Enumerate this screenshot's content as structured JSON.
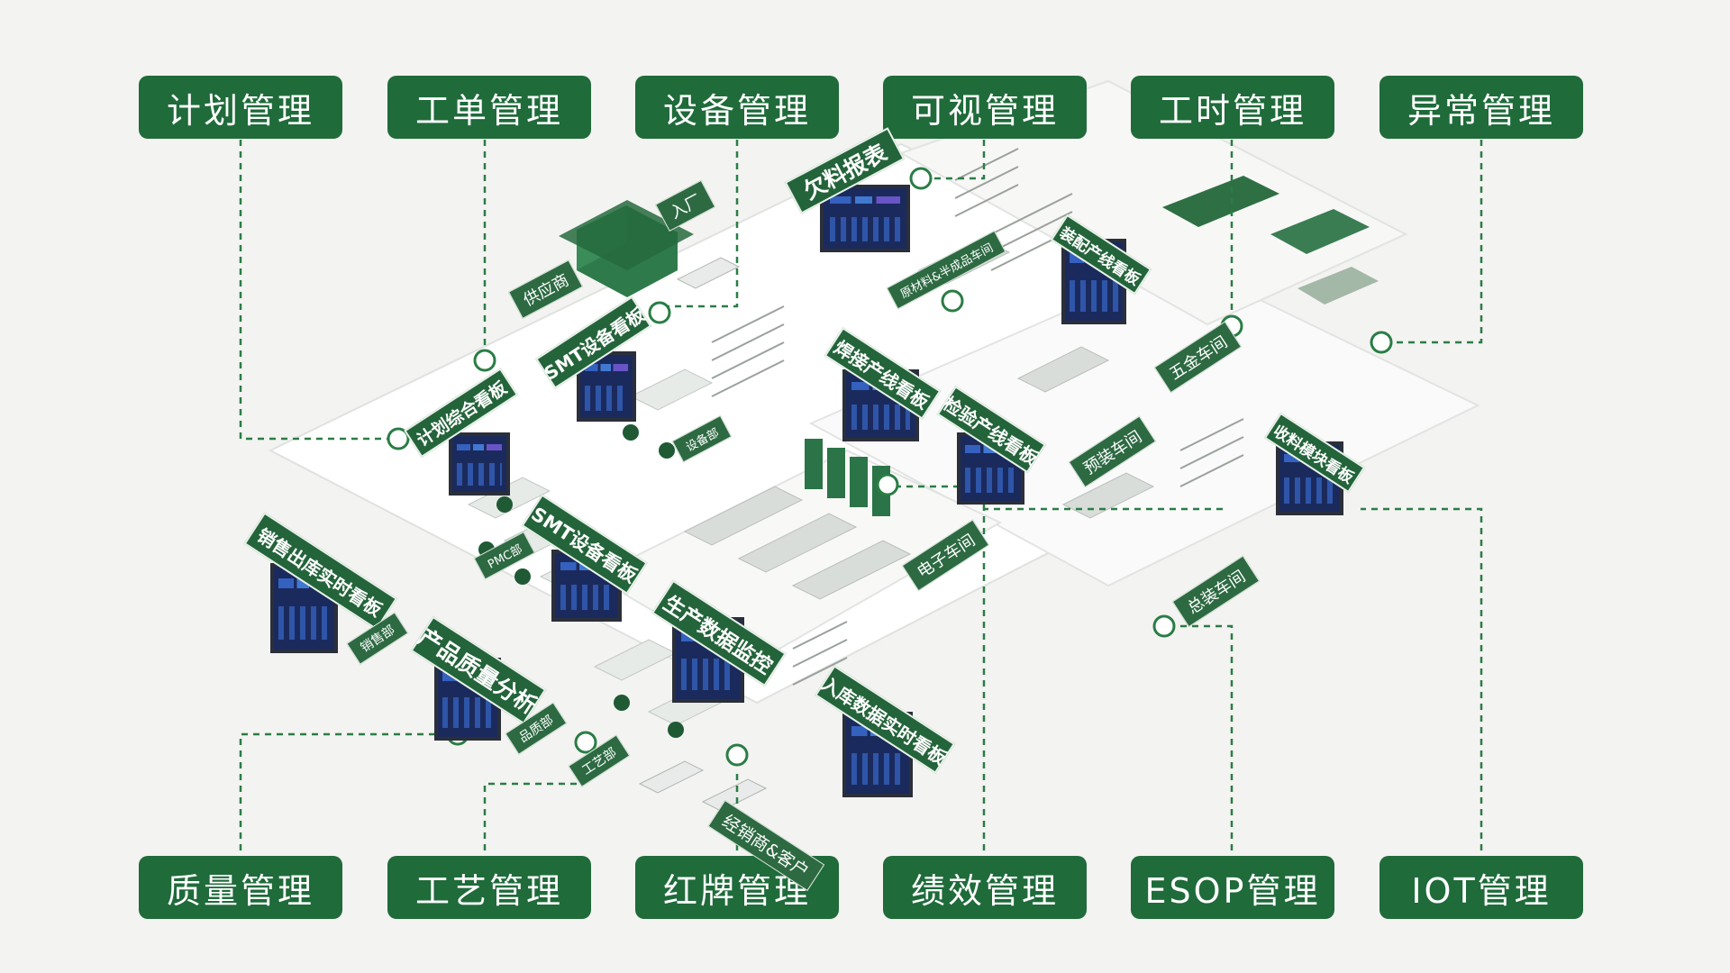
{
  "modules_top": [
    "计划管理",
    "工单管理",
    "设备管理",
    "可视管理",
    "工时管理",
    "异常管理"
  ],
  "modules_bottom": [
    "质量管理",
    "工艺管理",
    "红牌管理",
    "绩效管理",
    "ESOP管理",
    "IOT管理"
  ],
  "boards": {
    "qianliao": "欠料报表",
    "smt_top": "SMT设备看板",
    "jihua": "计划综合看板",
    "hanjie": "焊接产线看板",
    "jianyan": "检验产线看板",
    "zhuangpei": "装配产线看板",
    "shouliao": "收料模块看板",
    "xiaoshou": "销售出库实时看板",
    "smt_mid": "SMT设备看板",
    "shengchan": "生产数据监控",
    "chanpin": "产品质量分析",
    "ruku": "入库数据实时看板"
  },
  "areas": {
    "gongying": "供应商",
    "ruchang": "入厂",
    "yuancailiao": "原材料&半成品车间",
    "wujin": "五金车间",
    "yuzhuang": "预装车间",
    "dianzi": "电子车间",
    "zongzhuang": "总装车间",
    "shebei": "设备部",
    "pmc": "PMC部",
    "xiaoshou": "销售部",
    "pinzhi": "品质部",
    "gongyi": "工艺部",
    "jingxiao": "经销商&客户"
  },
  "colors": {
    "brand_green": "#1f6b3a",
    "floor": "#ffffff",
    "background": "#f3f3f1",
    "screen": "#1b2a5c"
  }
}
